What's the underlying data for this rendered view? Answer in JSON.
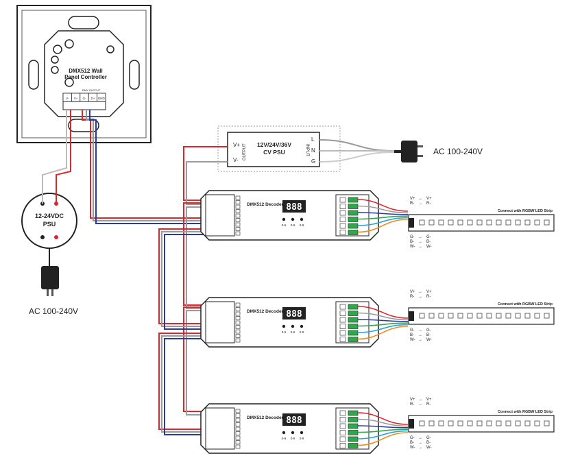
{
  "panel": {
    "title_line1": "DMX512 Wall",
    "title_line2": "Panel Controller",
    "dmx_output_label": "DMX OUTPUT",
    "terminals": [
      "V-",
      "V+",
      "G-",
      "D+",
      "GND"
    ]
  },
  "psu_low": {
    "line1": "12-24VDC",
    "line2": "PSU"
  },
  "ac_left": "AC 100-240V",
  "cv_psu": {
    "line1": "12V/24V/36V",
    "line2": "CV PSU",
    "output_label": "OUTPUT",
    "input_label": "INPUT",
    "out_terms": [
      "V+",
      "V-"
    ],
    "in_terms": [
      "L",
      "N",
      "G"
    ]
  },
  "ac_right": "AC 100-240V",
  "decoder": {
    "label": "DMX512 Decoder",
    "display": "888",
    "dial_labels": [
      "0-9",
      "0-9",
      "0-9"
    ]
  },
  "strip": {
    "title": "Connect with RGBW LED Strip",
    "top_labels": [
      [
        "V+",
        "V+"
      ],
      [
        "R-",
        "R-"
      ]
    ],
    "bottom_labels": [
      [
        "G-",
        "G-"
      ],
      [
        "B-",
        "B-"
      ],
      [
        "W-",
        "W-"
      ]
    ]
  },
  "colors": {
    "red": "#e0242b",
    "dark_red": "#b01c22",
    "gray": "#9a9a9a",
    "blue": "#2a3a9c",
    "green": "#2ea84a",
    "cyan": "#2aa3d8",
    "orange": "#f08a1c",
    "black": "#222222"
  }
}
